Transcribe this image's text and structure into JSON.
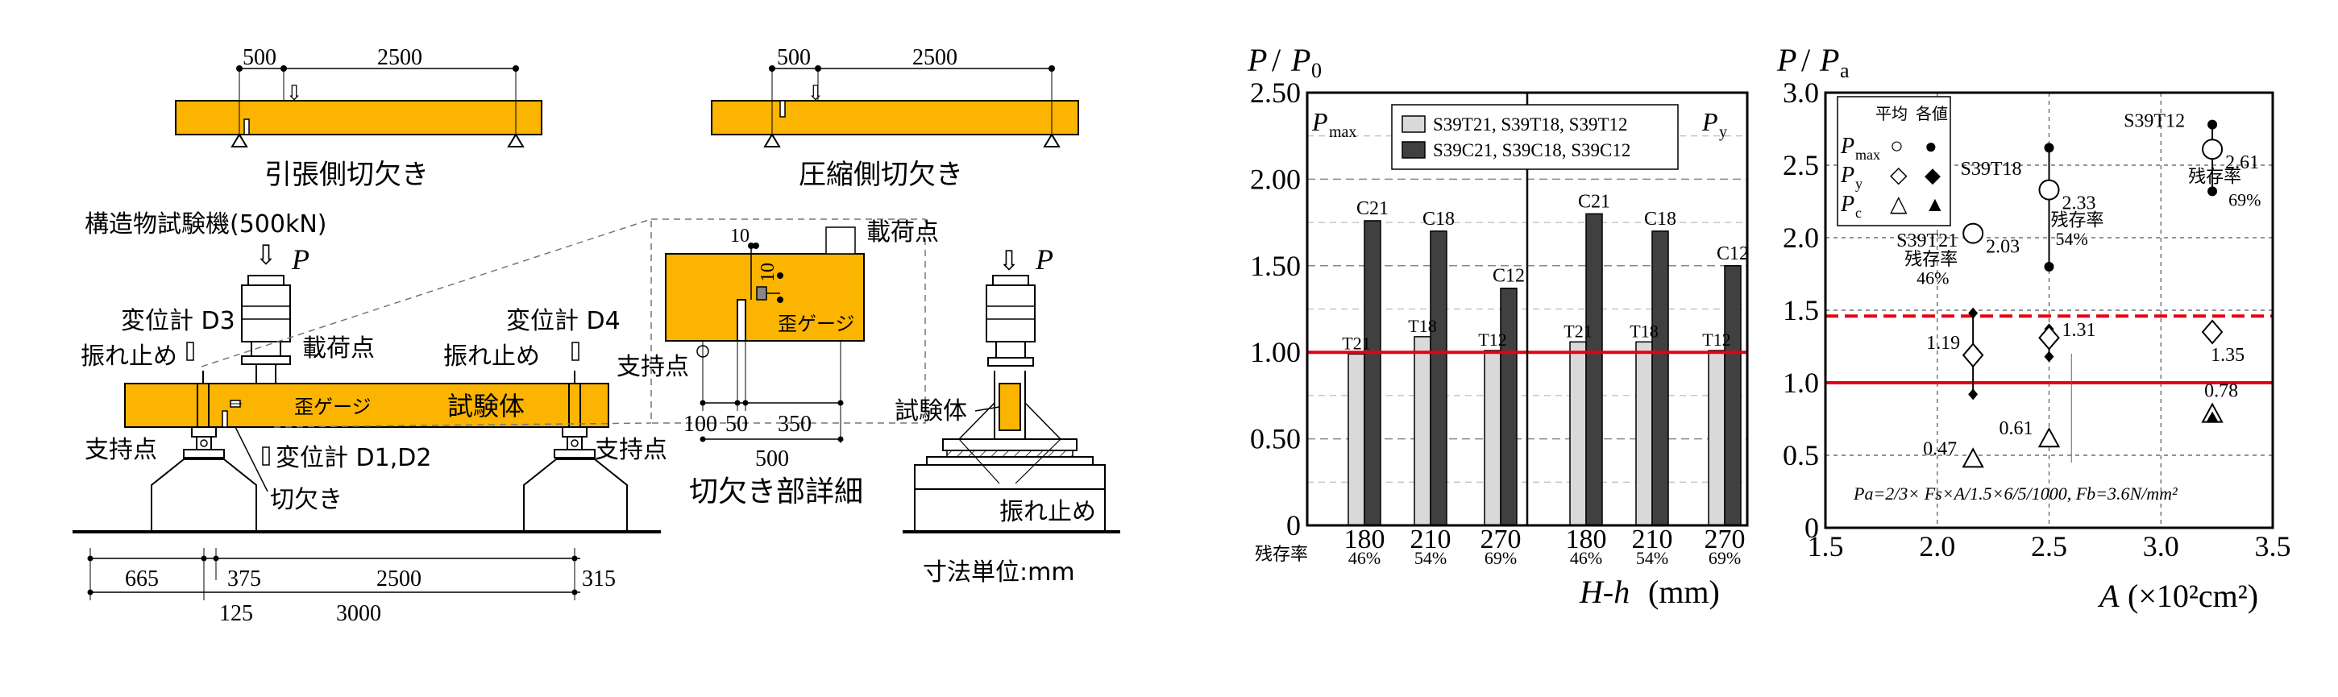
{
  "colors": {
    "beam": "#FBB400",
    "red_line": "#E60012",
    "bar_light": "#D9D9D9",
    "bar_dark": "#404040",
    "line": "#000000"
  },
  "setup": {
    "tension_notch_title": "引張側切欠き",
    "compression_notch_title": "圧縮側切欠き",
    "beam_top_dim_left": "500",
    "beam_top_dim_right": "2500",
    "machine_label": "構造物試験機(500kN)",
    "load_symbol": "P",
    "load_arrow_glyph": "⇩",
    "gauge_d3": "変位計 D3",
    "gauge_d4": "変位計 D4",
    "brace_left": "振れ止め",
    "brace_right": "振れ止め",
    "loading_point": "載荷点",
    "strain_gauge": "歪ゲージ",
    "specimen": "試験体",
    "support_left": "支持点",
    "support_right": "支持点",
    "gauge_d1d2": "変位計 D1,D2",
    "notch": "切欠き",
    "dims_bottom": [
      "665",
      "375",
      "2500",
      "315",
      "125",
      "3000"
    ],
    "detail": {
      "title": "切欠き部詳細",
      "loading_point": "載荷点",
      "support": "支持点",
      "strain_gauge": "歪ゲージ",
      "dim_10a": "10",
      "dim_10b": "10",
      "dims": [
        "100",
        "50",
        "350",
        "500"
      ]
    },
    "side": {
      "load_symbol": "P",
      "specimen": "試験体",
      "brace": "振れ止め",
      "unit_note": "寸法単位:mm"
    }
  },
  "chart_data": [
    {
      "type": "bar",
      "title": "",
      "ylabel_main": "P",
      "ylabel_den": "P",
      "ylabel_sub": "0",
      "xlabel_main": "H-h",
      "xlabel_unit": "(mm)",
      "ylim": [
        0,
        2.5
      ],
      "yticks": [
        "0",
        "0.50",
        "1.00",
        "1.50",
        "2.00",
        "2.50"
      ],
      "ytick_values": [
        0,
        0.5,
        1.0,
        1.5,
        2.0,
        2.5
      ],
      "categories": [
        "180",
        "210",
        "270"
      ],
      "remaining_ratios": [
        "46%",
        "54%",
        "69%"
      ],
      "remaining_label": "残存率",
      "panels": [
        {
          "name": "P",
          "sub": "max",
          "series": [
            {
              "name": "S39T21, S39T18, S39T12",
              "values": [
                0.99,
                1.09,
                1.01
              ],
              "labels": [
                "T21",
                "T18",
                "T12"
              ]
            },
            {
              "name": "S39C21, S39C18, S39C12",
              "values": [
                1.76,
                1.7,
                1.37
              ],
              "labels": [
                "C21",
                "C18",
                "C12"
              ]
            }
          ]
        },
        {
          "name": "P",
          "sub": "y",
          "series": [
            {
              "name": "S39T21, S39T18, S39T12",
              "values": [
                1.06,
                1.06,
                1.01
              ],
              "labels": [
                "T21",
                "T18",
                "T12"
              ]
            },
            {
              "name": "S39C21, S39C18, S39C12",
              "values": [
                1.8,
                1.7,
                1.5
              ],
              "labels": [
                "C21",
                "C18",
                "C12"
              ]
            }
          ]
        }
      ],
      "reference_line": 1.0,
      "legend_placement": "top-center",
      "grid": true
    },
    {
      "type": "scatter",
      "title": "",
      "ylabel_main": "P",
      "ylabel_den": "P",
      "ylabel_sub": "a",
      "xlabel_main": "A",
      "xlabel_unit": "(×10²cm²)",
      "xlim": [
        1.5,
        3.5
      ],
      "ylim": [
        0,
        3.0
      ],
      "xticks": [
        "1.5",
        "2.0",
        "2.5",
        "3.0",
        "3.5"
      ],
      "xtick_values": [
        1.5,
        2.0,
        2.5,
        3.0,
        3.5
      ],
      "yticks": [
        "0",
        "0.5",
        "1.0",
        "1.5",
        "2.0",
        "2.5",
        "3.0"
      ],
      "ytick_values": [
        0,
        0.5,
        1.0,
        1.5,
        2.0,
        2.5,
        3.0
      ],
      "legend": {
        "header_avg": "平均",
        "header_each": "各値",
        "rows": [
          {
            "name": "P",
            "sub": "max",
            "avg": "○",
            "each": "●"
          },
          {
            "name": "P",
            "sub": "y",
            "avg": "◇",
            "each": "◆"
          },
          {
            "name": "P",
            "sub": "c",
            "avg": "△",
            "each": "▲"
          }
        ]
      },
      "series": [
        {
          "name": "max",
          "x": [
            2.16,
            2.5,
            3.23
          ],
          "avg": [
            2.03,
            2.33,
            2.61
          ],
          "ind_min": [
            null,
            1.8,
            2.32
          ],
          "ind_max": [
            null,
            2.62,
            2.78
          ],
          "labels": [
            "2.03",
            "2.33",
            "2.61"
          ]
        },
        {
          "name": "y",
          "x": [
            2.16,
            2.5,
            3.23
          ],
          "avg": [
            1.19,
            1.31,
            1.35
          ],
          "ind_min": [
            0.92,
            1.18,
            null
          ],
          "ind_max": [
            1.48,
            1.37,
            null
          ],
          "labels": [
            "1.19",
            "1.31",
            "1.35"
          ]
        },
        {
          "name": "c",
          "x": [
            2.16,
            2.5,
            3.23
          ],
          "avg": [
            0.47,
            0.61,
            0.78
          ],
          "labels": [
            "0.47",
            "0.61",
            "0.78"
          ]
        }
      ],
      "specimen_labels": [
        "S39T21",
        "S39T18",
        "S39T12"
      ],
      "remaining_label": "残存率",
      "remaining_ratios": [
        "46%",
        "54%",
        "69%"
      ],
      "reference_lines": [
        {
          "y": 1.0,
          "style": "solid"
        },
        {
          "y": 1.46,
          "style": "dashed"
        }
      ],
      "formula": "Pa=2/3× Fs×A/1.5×6/5/1000, Fb=3.6N/mm²",
      "grid": true
    }
  ]
}
